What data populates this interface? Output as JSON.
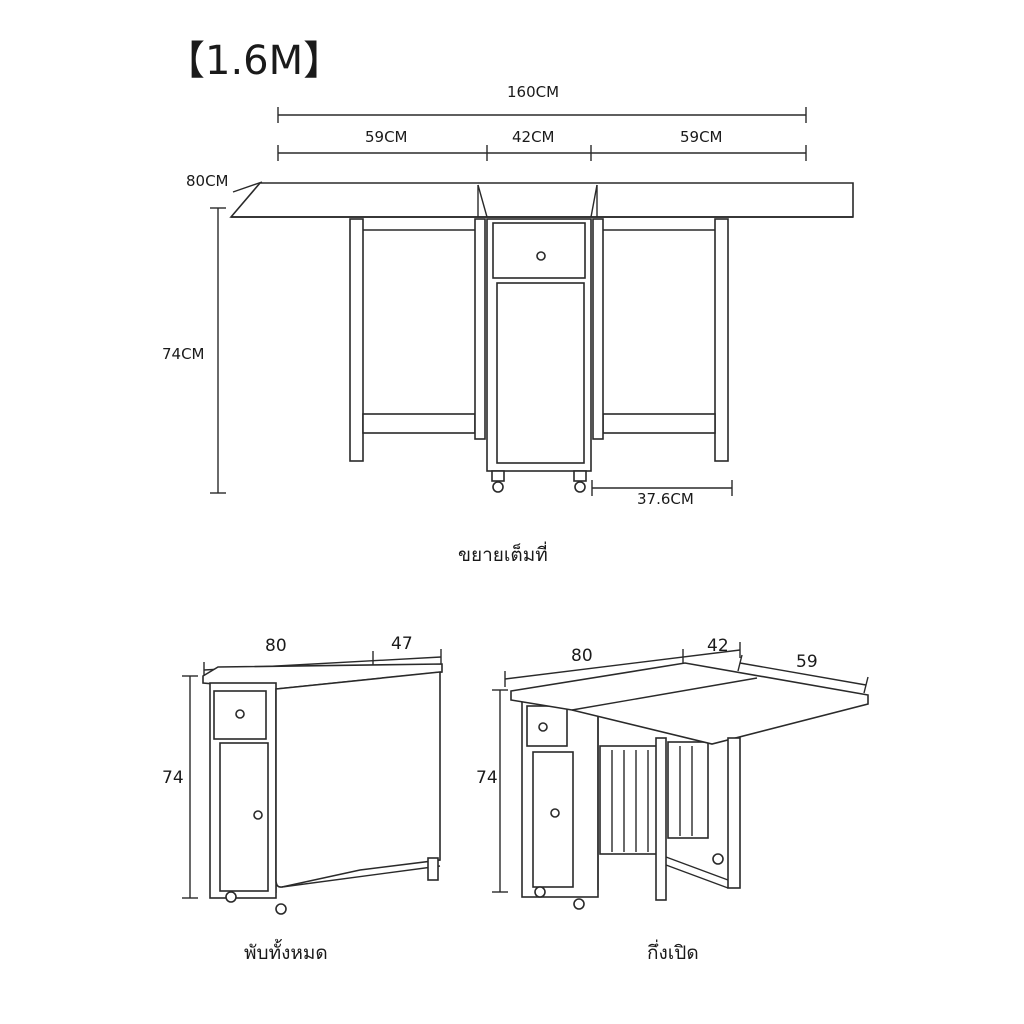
{
  "title": "【1.6M】",
  "full": {
    "total_width": "160CM",
    "left_leaf": "59CM",
    "center": "42CM",
    "right_leaf": "59CM",
    "depth": "80CM",
    "height": "74CM",
    "leg_span": "37.6CM",
    "caption": "ขยายเต็มที่"
  },
  "folded": {
    "width": "80",
    "depth": "47",
    "height": "74",
    "caption": "พับทั้งหมด"
  },
  "half": {
    "width": "80",
    "center": "42",
    "leaf": "59",
    "height": "74",
    "caption": "กึ่งเปิด"
  }
}
